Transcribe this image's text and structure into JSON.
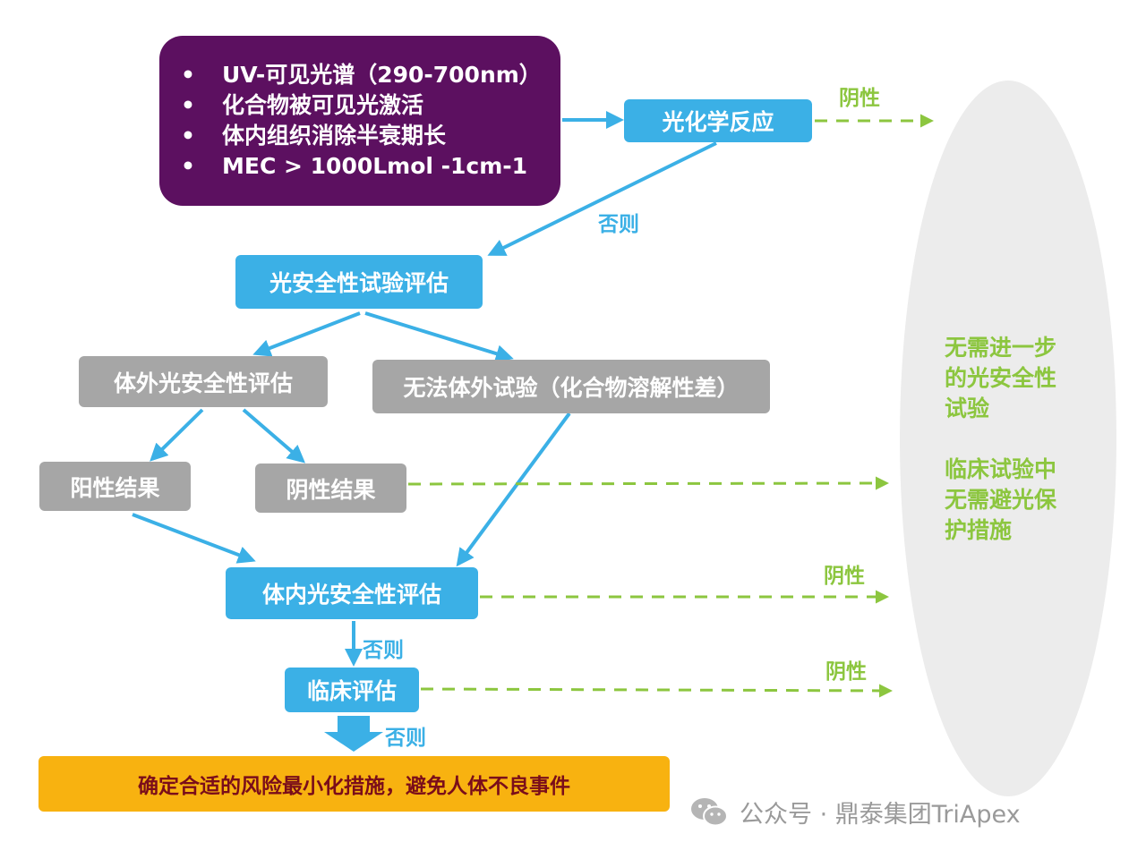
{
  "criteria": {
    "bullet": "•",
    "items": [
      "UV-可见光谱（290-700nm）",
      "化合物被可见光激活",
      "体内组织消除半衰期长",
      "MEC > 1000Lmol -1cm-1"
    ]
  },
  "nodes": {
    "photochemical": "光化学反应",
    "phototest": "光安全性试验评估",
    "in_vitro": "体外光安全性评估",
    "no_in_vitro": "无法体外试验（化合物溶解性差）",
    "positive": "阳性结果",
    "negative": "阴性结果",
    "in_vivo": "体内光安全性评估",
    "clinical": "临床评估",
    "risk": "确定合适的风险最小化措施，避免人体不良事件"
  },
  "labels": {
    "otherwise_1": "否则",
    "otherwise_2": "否则",
    "otherwise_3": "否则",
    "negative_1": "阴性",
    "negative_2": "阴性",
    "negative_3": "阴性"
  },
  "conclusion": {
    "text_1": "无需进一步\n的光安全性\n试验",
    "text_2": "临床试验中\n无需避光保\n护措施"
  },
  "watermark": {
    "text": "公众号 · 鼎泰集团TriApex",
    "icon": "wechat-icon"
  },
  "colors": {
    "purple": "#5c1060",
    "blue": "#3bb0e6",
    "gray": "#a6a6a6",
    "orange": "#f8b210",
    "green": "#8cc63f",
    "ellipse": "#ececec"
  }
}
